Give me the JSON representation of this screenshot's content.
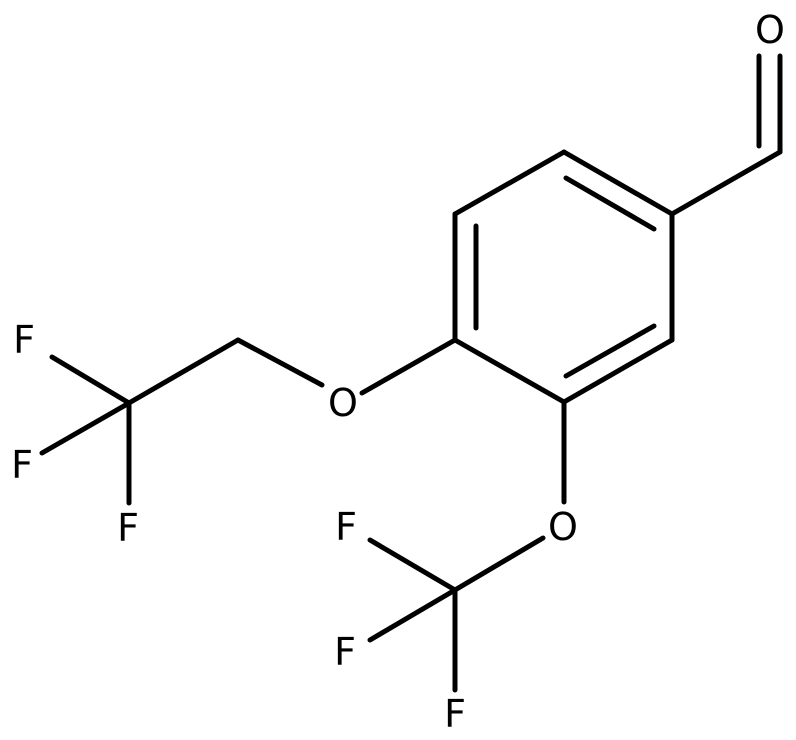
{
  "molecule": {
    "atoms": {
      "aldehyde_o": "O",
      "ether_o_1": "O",
      "ether_o_2": "O",
      "f1": "F",
      "f2": "F",
      "f3": "F",
      "f4": "F",
      "f5": "F",
      "f6": "F"
    }
  }
}
